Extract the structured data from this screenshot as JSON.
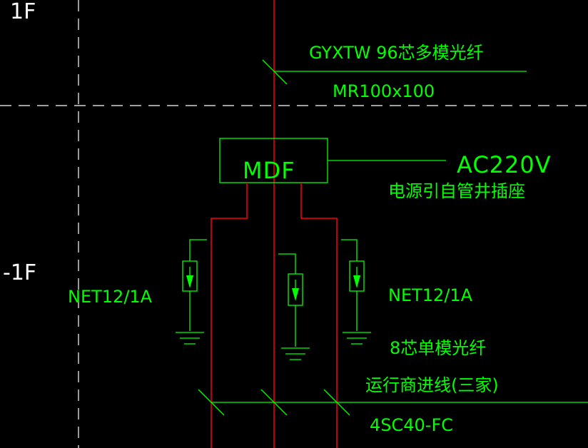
{
  "floor_labels": {
    "upper": "1F",
    "lower": "-1F"
  },
  "cables": {
    "fiber_main": "GYXTW 96芯多模光纤",
    "tray": "MR100x100",
    "net_left": "NET12/1A",
    "net_right": "NET12/1A",
    "fiber_single": "8芯单模光纤",
    "carrier": "运行商进线(三家)",
    "conduit": "4SC40-FC"
  },
  "mdf": {
    "label": "MDF"
  },
  "power": {
    "voltage": "AC220V",
    "source": "电源引自管井插座"
  },
  "colors": {
    "background": "#000000",
    "line_green": "#00ff00",
    "line_red": "#ff0000",
    "line_white": "#ffffff"
  }
}
